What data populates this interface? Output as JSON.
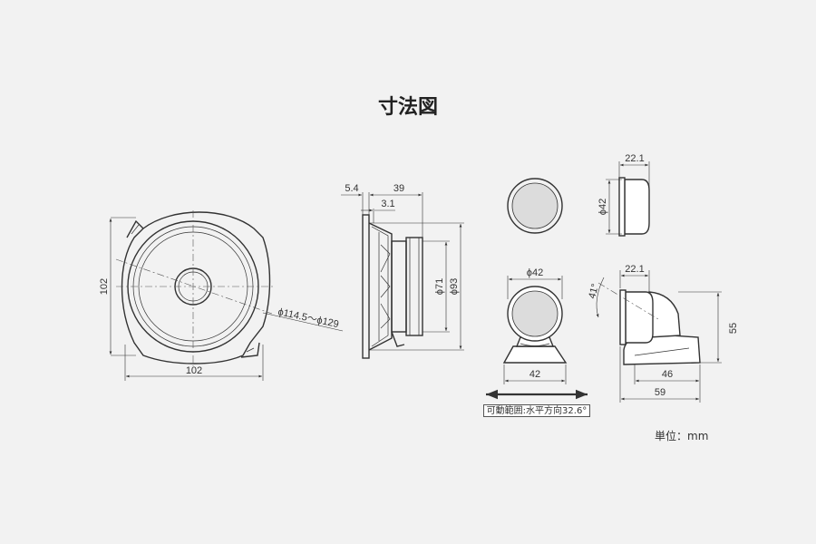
{
  "title": "寸法図",
  "unit_label": "単位：mm",
  "range_label": "可動範囲:水平方向32.6°",
  "woofer_front": {
    "height": "102",
    "width": "102",
    "cutout": "ϕ114.5～ϕ129"
  },
  "woofer_side": {
    "flange": "5.4",
    "depth": "39",
    "offset": "3.1",
    "magnet_dia": "ϕ71",
    "outer_dia": "ϕ93"
  },
  "tweeter_flush": {
    "depth": "22.1",
    "dia": "ϕ42"
  },
  "tweeter_mount": {
    "dia": "ϕ42",
    "base_width": "42",
    "depth": "22.1",
    "angle": "41°",
    "height": "55",
    "base_depth": "46",
    "total_depth": "59"
  }
}
